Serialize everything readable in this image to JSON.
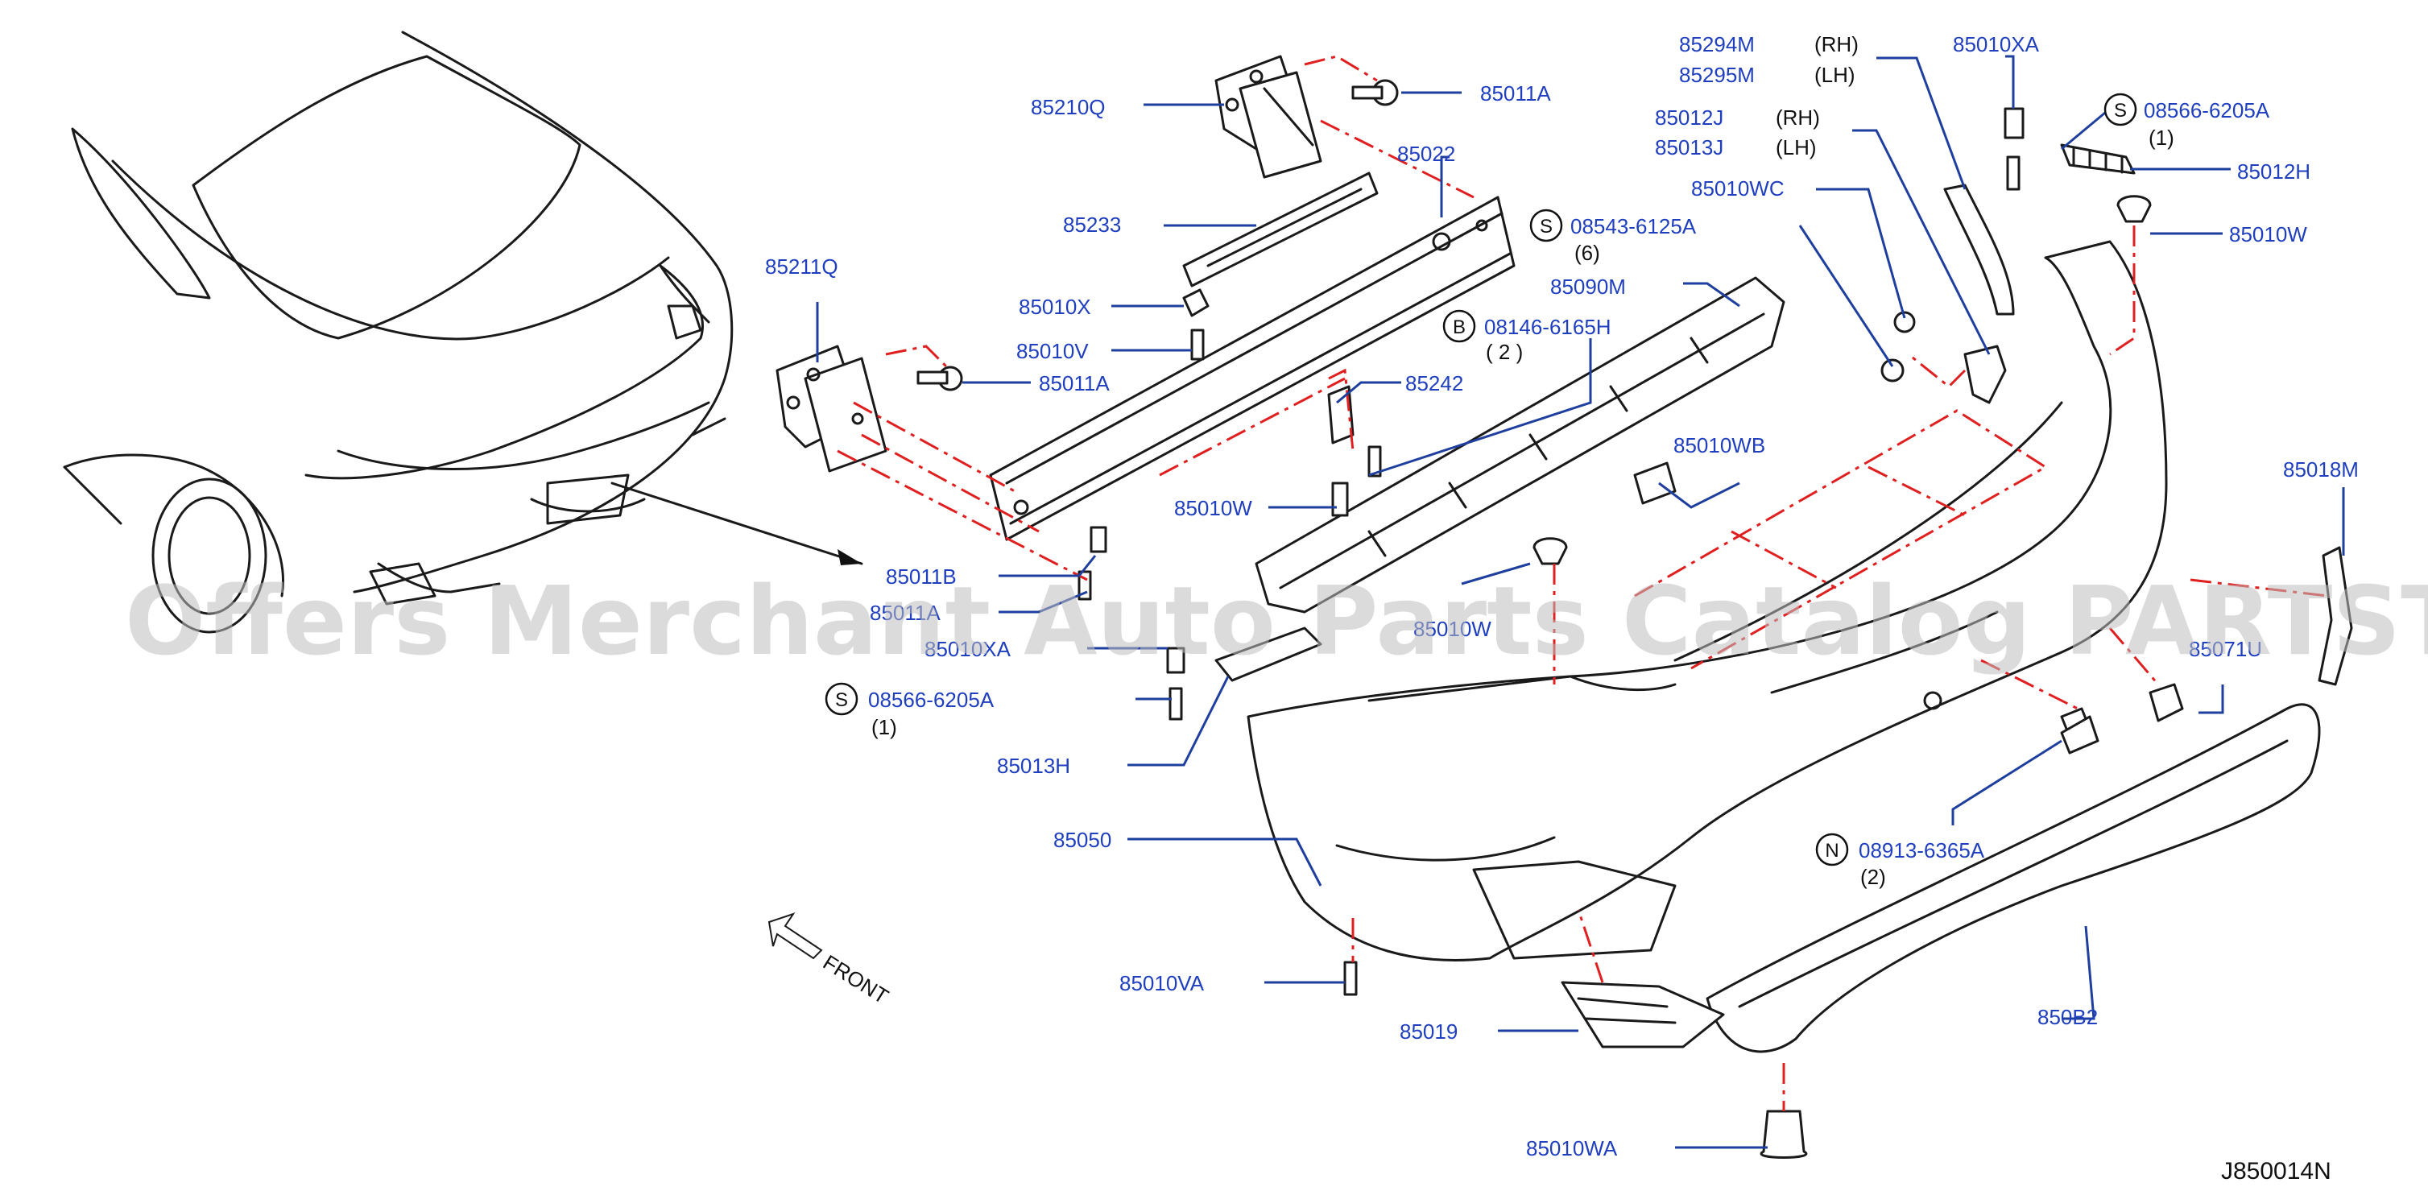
{
  "diagram": {
    "id": "J850014N",
    "watermark": "Offers Merchant Auto Parts Catalog PARTSTORE.SA",
    "front_label": "FRONT",
    "labels": [
      {
        "key": "p85294M",
        "text": "85294M"
      },
      {
        "key": "p85294M_side",
        "text": "(RH)"
      },
      {
        "key": "p85295M",
        "text": "85295M"
      },
      {
        "key": "p85295M_side",
        "text": "(LH)"
      },
      {
        "key": "p85010XA_top",
        "text": "85010XA"
      },
      {
        "key": "p85210Q",
        "text": "85210Q"
      },
      {
        "key": "p85011A_top",
        "text": "85011A"
      },
      {
        "key": "p85012J",
        "text": "85012J"
      },
      {
        "key": "p85012J_side",
        "text": "(RH)"
      },
      {
        "key": "p85013J",
        "text": "85013J"
      },
      {
        "key": "p85013J_side",
        "text": "(LH)"
      },
      {
        "key": "p08566_top",
        "text": "08566-6205A",
        "code": "S",
        "qty": "(1)"
      },
      {
        "key": "p85012H",
        "text": "85012H"
      },
      {
        "key": "p85022",
        "text": "85022"
      },
      {
        "key": "p85010WC",
        "text": "85010WC"
      },
      {
        "key": "p85233",
        "text": "85233"
      },
      {
        "key": "p08543",
        "text": "08543-6125A",
        "code": "S",
        "qty": "(6)"
      },
      {
        "key": "p85010W_top",
        "text": "85010W"
      },
      {
        "key": "p85211Q",
        "text": "85211Q"
      },
      {
        "key": "p85090M",
        "text": "85090M"
      },
      {
        "key": "p85010X",
        "text": "85010X"
      },
      {
        "key": "p08146",
        "text": "08146-6165H",
        "code": "B",
        "qty": "( 2 )"
      },
      {
        "key": "p85010V",
        "text": "85010V"
      },
      {
        "key": "p85242",
        "text": "85242"
      },
      {
        "key": "p85011A_mid",
        "text": "85011A"
      },
      {
        "key": "p85010WB",
        "text": "85010WB"
      },
      {
        "key": "p85010W_mid",
        "text": "85010W"
      },
      {
        "key": "p85018M",
        "text": "85018M"
      },
      {
        "key": "p85011B",
        "text": "85011B"
      },
      {
        "key": "p85011A_low",
        "text": "85011A"
      },
      {
        "key": "p85010XA_low",
        "text": "85010XA"
      },
      {
        "key": "p85010W_low",
        "text": "85010W"
      },
      {
        "key": "p85071U",
        "text": "85071U"
      },
      {
        "key": "p08566_low",
        "text": "08566-6205A",
        "code": "S",
        "qty": "(1)"
      },
      {
        "key": "p85013H",
        "text": "85013H"
      },
      {
        "key": "p85050",
        "text": "85050"
      },
      {
        "key": "p08913",
        "text": "08913-6365A",
        "code": "N",
        "qty": "(2)"
      },
      {
        "key": "p85010VA",
        "text": "85010VA"
      },
      {
        "key": "p85019",
        "text": "85019"
      },
      {
        "key": "p850B2",
        "text": "850B2"
      },
      {
        "key": "p85010WA",
        "text": "85010WA"
      }
    ]
  },
  "colors": {
    "label": "#1f3fbf",
    "leader": "#1f3f9e",
    "dashed_guide": "#e02020",
    "line_art": "#1a1a1a",
    "watermark": "#bdbdbd"
  }
}
